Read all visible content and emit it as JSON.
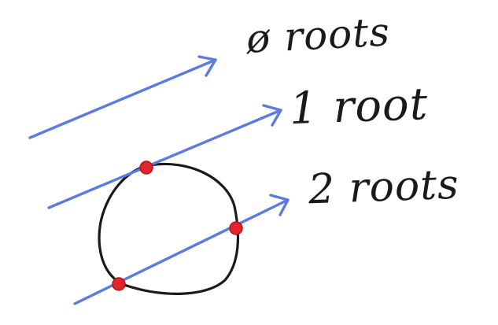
{
  "labels": [
    {
      "text": "ø roots"
    },
    {
      "text": "1 root"
    },
    {
      "text": "2 roots"
    }
  ],
  "colors": {
    "line": "#5b7be3",
    "circle": "#1a1a1a",
    "intersection": "#e0252b",
    "text": "#1a1a1a"
  }
}
